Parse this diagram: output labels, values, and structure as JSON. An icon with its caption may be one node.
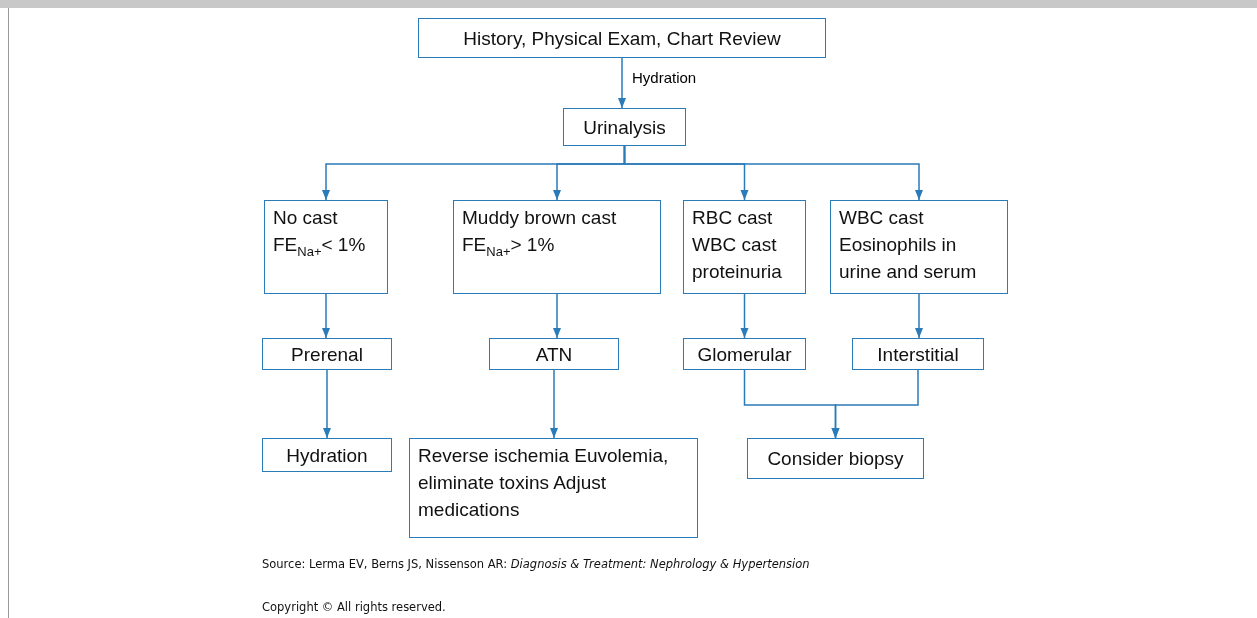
{
  "diagram": {
    "nodes": [
      {
        "text": [
          "History, Physical Exam, Chart Review"
        ]
      },
      {
        "text": [
          "Urinalysis"
        ]
      },
      {
        "text": [
          "No cast FE$_{Na+}$< 1%"
        ]
      },
      {
        "text": [
          "Muddy brown cast FE$_{Na+}$> 1%"
        ]
      },
      {
        "text": [
          "RBC cast WBC cast proteinuria"
        ]
      },
      {
        "text": [
          "WBC cast Eosinophils in urine and serum"
        ]
      },
      {
        "text": [
          "Prerenal"
        ]
      },
      {
        "text": [
          "ATN"
        ]
      },
      {
        "text": [
          "Glomerular"
        ]
      },
      {
        "text": [
          "Interstitial"
        ]
      },
      {
        "text": [
          "Hydration"
        ]
      },
      {
        "text": [
          "Reverse ischemia Euvolemia, eliminate toxins Adjust medications"
        ]
      },
      {
        "text": [
          "Consider biopsy"
        ]
      }
    ],
    "edges": [
      {
        "from": 0,
        "to": 1,
        "arrow": "to",
        "label": "Hydration"
      },
      {
        "from": 1,
        "to": 2,
        "arrow": "to"
      },
      {
        "from": 1,
        "to": 3,
        "arrow": "to"
      },
      {
        "from": 1,
        "to": 4,
        "arrow": "to"
      },
      {
        "from": 1,
        "to": 5,
        "arrow": "to"
      },
      {
        "from": 2,
        "to": 6,
        "arrow": "to"
      },
      {
        "from": 3,
        "to": 7,
        "arrow": "to"
      },
      {
        "from": 4,
        "to": 8,
        "arrow": "to"
      },
      {
        "from": 5,
        "to": 9,
        "arrow": "to"
      },
      {
        "from": 6,
        "to": 10,
        "arrow": "to"
      },
      {
        "from": 7,
        "to": 11,
        "arrow": "to"
      },
      {
        "from": 8,
        "to": 12,
        "arrow": "to"
      },
      {
        "from": 9,
        "to": 12,
        "arrow": "to"
      }
    ],
    "labels": [
      "Source: Lerma EV, Berns JS, Nissenson AR: *Diagnosis & Treatment: Nephrology & Hypertension*",
      "Copyright © All rights reserved."
    ]
  }
}
